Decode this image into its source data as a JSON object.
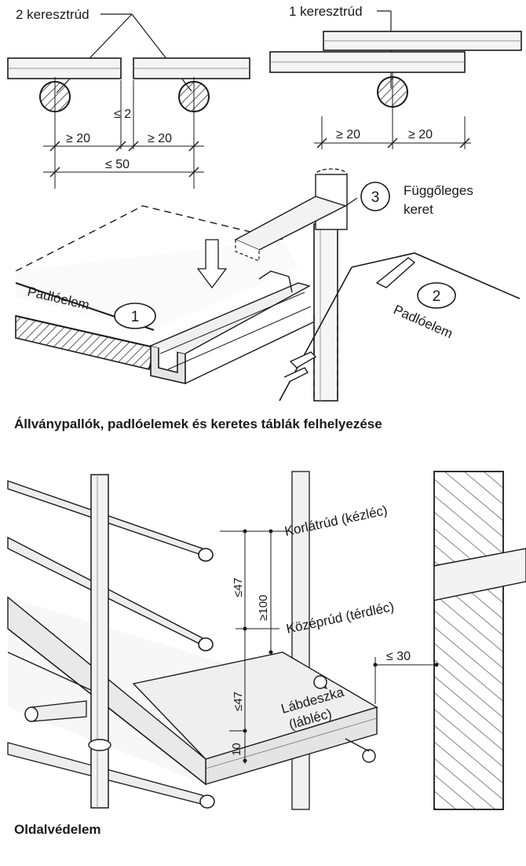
{
  "top": {
    "left_crossbar_label": "2 keresztrúd",
    "right_crossbar_label": "1 keresztrúd",
    "dim_gap_max": "≤ 2",
    "dim_overhang_min": "≥ 20",
    "dim_span_max": "≤ 50",
    "vertical_frame_number": "3",
    "vertical_frame_label_line1": "Függőleges",
    "vertical_frame_label_line2": "keret",
    "floor_element_1_label": "Padlóelem",
    "floor_element_1_number": "1",
    "floor_element_2_label": "Padlóelem",
    "floor_element_2_number": "2",
    "caption": "Állványpallók, padlóelemek és keretes táblák felhelyezése"
  },
  "bottom": {
    "guardrail_label": "Korlátrúd (kézléc)",
    "midrail_label": "Középrúd (térdléc)",
    "toeboard_label_line1": "Lábdeszka",
    "toeboard_label_line2": "(lábléc)",
    "dim_rail_spacing_upper": "≤47",
    "dim_rail_spacing_lower": "≤47",
    "dim_total_height": "≥100",
    "dim_toeboard_height": "10",
    "dim_wall_gap": "≤ 30",
    "caption": "Oldalvédelem"
  },
  "colors": {
    "ink": "#1a1a1a",
    "hatch": "#555555",
    "fill": "#e8e8e8"
  }
}
